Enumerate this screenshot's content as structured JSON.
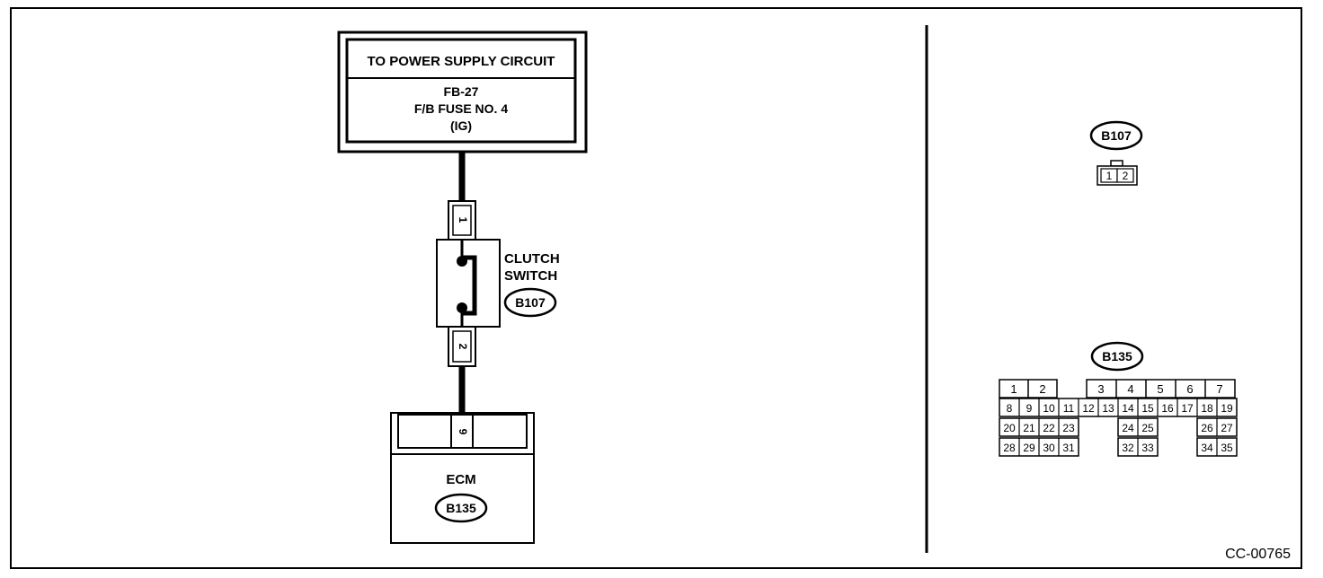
{
  "power_box": {
    "header": "TO POWER SUPPLY CIRCUIT",
    "line1": "FB-27",
    "line2": "F/B FUSE NO. 4",
    "line3": "(IG)"
  },
  "clutch_switch": {
    "label_line1": "CLUTCH",
    "label_line2": "SWITCH",
    "connector": "B107",
    "pin_top": "1",
    "pin_bottom": "2"
  },
  "ecm": {
    "label": "ECM",
    "connector": "B135",
    "pin": "9"
  },
  "connector_b107": {
    "title": "B107",
    "pins": [
      "1",
      "2"
    ]
  },
  "connector_b135": {
    "title": "B135",
    "row1": [
      [
        "1",
        "2"
      ],
      [
        "3",
        "4",
        "5",
        "6",
        "7"
      ]
    ],
    "row2": [
      "8",
      "9",
      "10",
      "11",
      "12",
      "13",
      "14",
      "15",
      "16",
      "17",
      "18",
      "19"
    ],
    "row3": [
      [
        "20",
        "21",
        "22",
        "23"
      ],
      [
        "24",
        "25"
      ],
      [
        "26",
        "27"
      ]
    ],
    "row4": [
      [
        "28",
        "29",
        "30",
        "31"
      ],
      [
        "32",
        "33"
      ],
      [
        "34",
        "35"
      ]
    ]
  },
  "figure_id": "CC-00765"
}
